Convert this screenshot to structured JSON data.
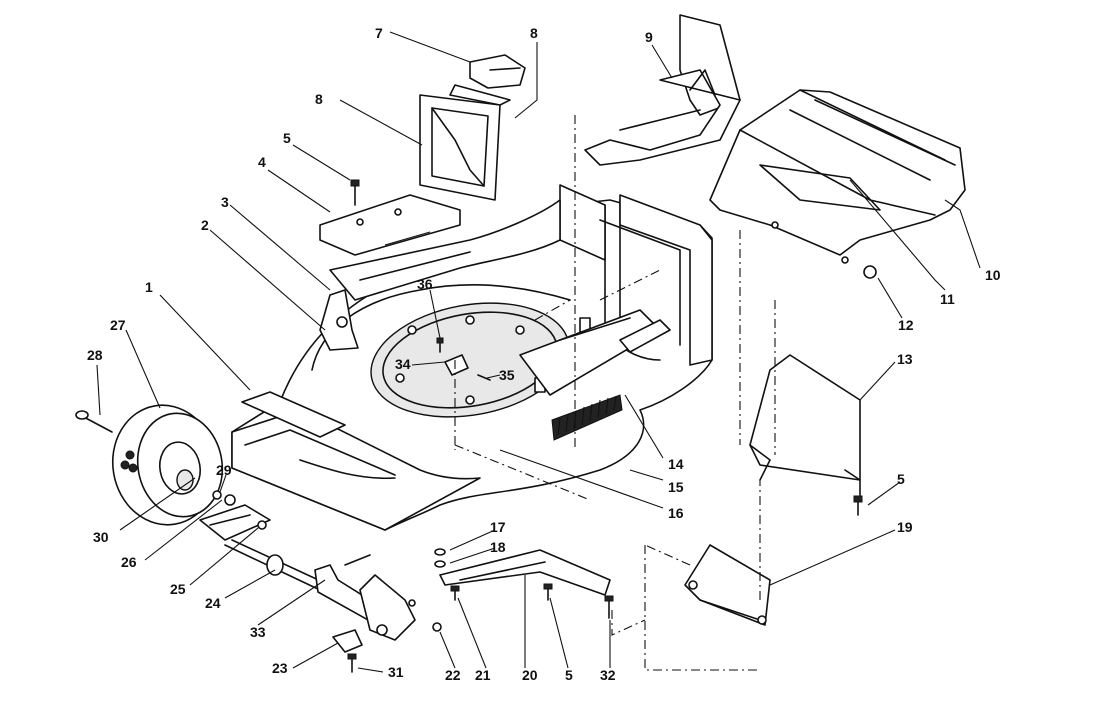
{
  "callouts": [
    {
      "id": "c1",
      "text": "1"
    },
    {
      "id": "c2",
      "text": "2"
    },
    {
      "id": "c3",
      "text": "3"
    },
    {
      "id": "c4",
      "text": "4"
    },
    {
      "id": "c5a",
      "text": "5"
    },
    {
      "id": "c5b",
      "text": "5"
    },
    {
      "id": "c5c",
      "text": "5"
    },
    {
      "id": "c6",
      "text": "8"
    },
    {
      "id": "c7",
      "text": "7"
    },
    {
      "id": "c8",
      "text": "8"
    },
    {
      "id": "c9",
      "text": "9"
    },
    {
      "id": "c10",
      "text": "10"
    },
    {
      "id": "c11",
      "text": "11"
    },
    {
      "id": "c12",
      "text": "12"
    },
    {
      "id": "c13",
      "text": "13"
    },
    {
      "id": "c14",
      "text": "14"
    },
    {
      "id": "c15",
      "text": "15"
    },
    {
      "id": "c16",
      "text": "16"
    },
    {
      "id": "c17",
      "text": "17"
    },
    {
      "id": "c18",
      "text": "18"
    },
    {
      "id": "c19",
      "text": "19"
    },
    {
      "id": "c20",
      "text": "20"
    },
    {
      "id": "c21",
      "text": "21"
    },
    {
      "id": "c22",
      "text": "22"
    },
    {
      "id": "c23",
      "text": "23"
    },
    {
      "id": "c24",
      "text": "24"
    },
    {
      "id": "c25",
      "text": "25"
    },
    {
      "id": "c26",
      "text": "26"
    },
    {
      "id": "c27",
      "text": "27"
    },
    {
      "id": "c28",
      "text": "28"
    },
    {
      "id": "c29",
      "text": "29"
    },
    {
      "id": "c30",
      "text": "30"
    },
    {
      "id": "c31",
      "text": "31"
    },
    {
      "id": "c32",
      "text": "32"
    },
    {
      "id": "c33",
      "text": "33"
    },
    {
      "id": "c34",
      "text": "34"
    },
    {
      "id": "c35",
      "text": "35"
    },
    {
      "id": "c36",
      "text": "36"
    }
  ]
}
